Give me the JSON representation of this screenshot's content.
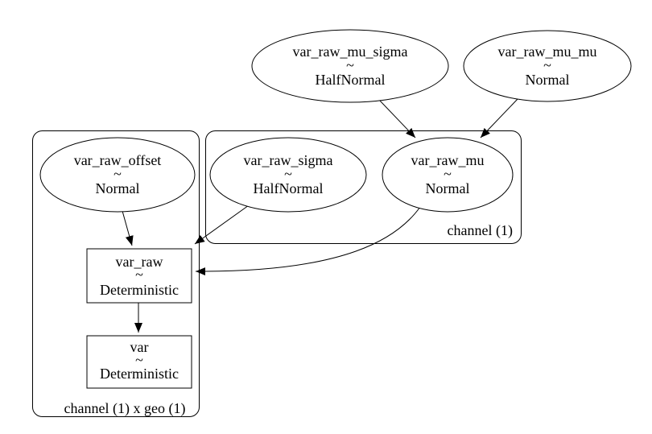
{
  "diagram": {
    "type": "graphviz-model-graph",
    "background_color": "#ffffff",
    "stroke_color": "#000000",
    "nodes": {
      "var_raw_mu_sigma": {
        "name": "var_raw_mu_sigma",
        "tilde": "~",
        "dist": "HalfNormal",
        "shape": "ellipse"
      },
      "var_raw_mu_mu": {
        "name": "var_raw_mu_mu",
        "tilde": "~",
        "dist": "Normal",
        "shape": "ellipse"
      },
      "var_raw_offset": {
        "name": "var_raw_offset",
        "tilde": "~",
        "dist": "Normal",
        "shape": "ellipse"
      },
      "var_raw_sigma": {
        "name": "var_raw_sigma",
        "tilde": "~",
        "dist": "HalfNormal",
        "shape": "ellipse"
      },
      "var_raw_mu": {
        "name": "var_raw_mu",
        "tilde": "~",
        "dist": "Normal",
        "shape": "ellipse"
      },
      "var_raw": {
        "name": "var_raw",
        "tilde": "~",
        "dist": "Deterministic",
        "shape": "box"
      },
      "var": {
        "name": "var",
        "tilde": "~",
        "dist": "Deterministic",
        "shape": "box"
      }
    },
    "plates": {
      "channel": {
        "label": "channel (1)"
      },
      "channel_geo": {
        "label": "channel (1) x geo (1)"
      }
    },
    "edges": [
      {
        "from": "var_raw_mu_sigma",
        "to": "var_raw_mu"
      },
      {
        "from": "var_raw_mu_mu",
        "to": "var_raw_mu"
      },
      {
        "from": "var_raw_offset",
        "to": "var_raw"
      },
      {
        "from": "var_raw_sigma",
        "to": "var_raw"
      },
      {
        "from": "var_raw_mu",
        "to": "var_raw"
      },
      {
        "from": "var_raw",
        "to": "var"
      }
    ]
  }
}
